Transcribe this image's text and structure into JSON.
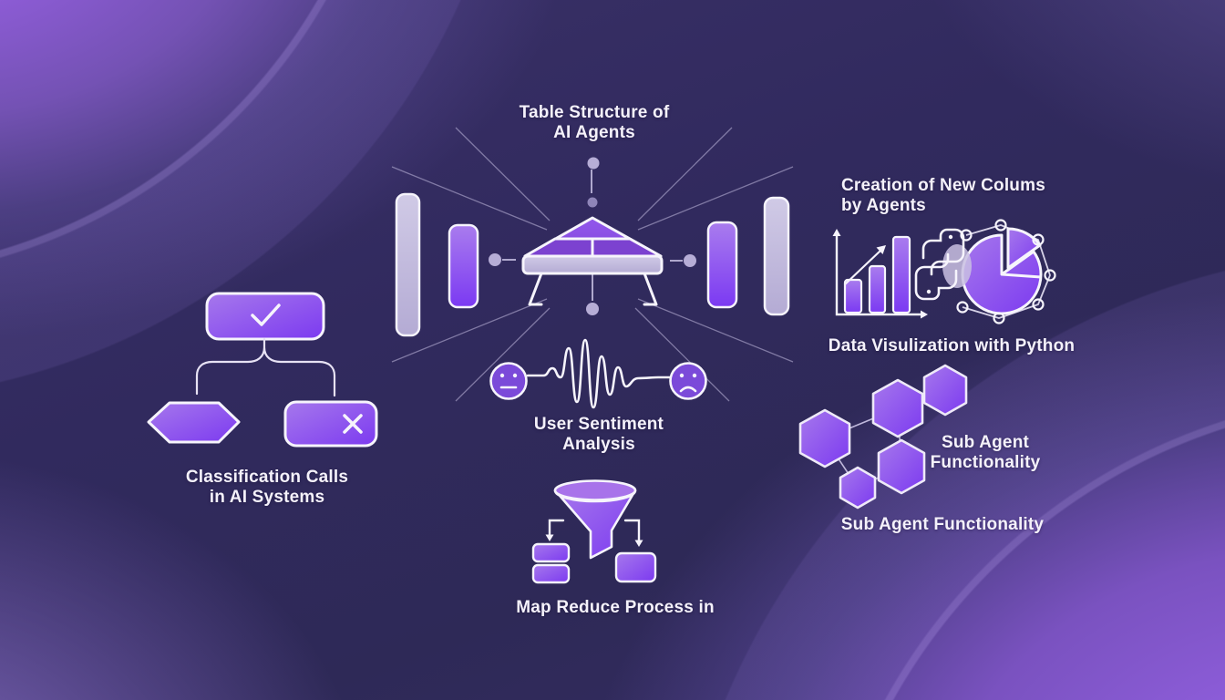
{
  "title": "AI Agents infographic",
  "labels": {
    "table_structure": {
      "line1": "Table Structure of",
      "line2": "AI Agents"
    },
    "creation": {
      "line1": "Creation of New Colums",
      "line2": "by Agents"
    },
    "data_viz": {
      "text": "Data Visulization with Python"
    },
    "sub_agent": {
      "line1": "Sub Agent",
      "line2": "Functionality"
    },
    "sub_agent_caption": {
      "text": "Sub Agent Functionality"
    },
    "classification": {
      "line1": "Classification Calls",
      "line2": "in AI Systems"
    },
    "sentiment": {
      "line1": "User Sentiment",
      "line2": "Analysis"
    },
    "map_reduce": {
      "text": "Map Reduce Process in"
    }
  },
  "icons": [
    "table-ufo-icon",
    "starburst-lines",
    "connector-dots",
    "column-bar-lavender-left",
    "column-bar-purple-left",
    "column-bar-purple-right",
    "column-bar-lavender-right",
    "checkmark-box",
    "checkmark-icon",
    "branch-connector",
    "decision-hexagon-icon",
    "x-box",
    "x-icon",
    "neutral-face-icon",
    "waveform-icon",
    "sad-face-icon",
    "funnel-icon",
    "map-arrow-left",
    "map-arrow-right",
    "map-output-boxes",
    "sub-agent-hexagons",
    "bar-chart-icon",
    "trend-arrow-icon",
    "python-icon",
    "pie-chart-network-icon"
  ],
  "colors": {
    "background_dark": "#2e2957",
    "corner_purple": "#9d6ae8",
    "shape_purple_light": "#a678ec",
    "shape_purple_deep": "#7c3af0",
    "lavender": "#c6bfdf",
    "outline_white": "#f6f4fc",
    "thin_line": "#cfc8ea",
    "text": "#f4f1fa"
  }
}
